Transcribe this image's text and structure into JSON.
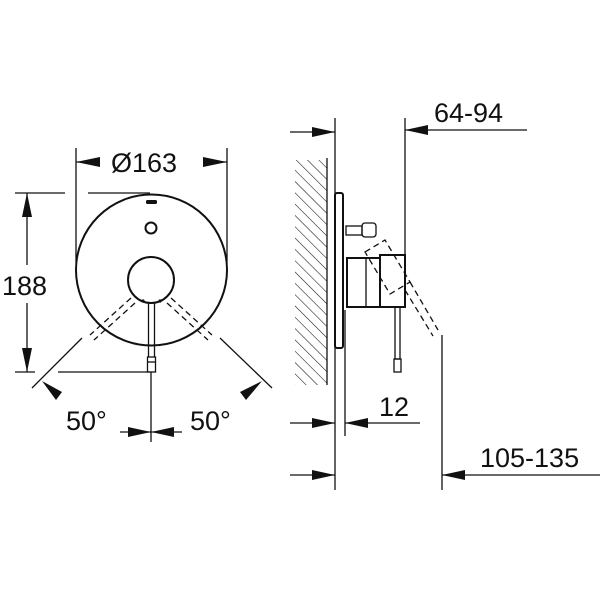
{
  "drawing": {
    "front_view": {
      "diameter_label": "Ø163",
      "height_label": "188",
      "angle_left_label": "50°",
      "angle_right_label": "50°"
    },
    "side_view": {
      "projection_label": "64-94",
      "plate_offset_label": "12",
      "total_depth_label": "105-135"
    },
    "colors": {
      "line": "#111111",
      "background": "#ffffff"
    }
  }
}
